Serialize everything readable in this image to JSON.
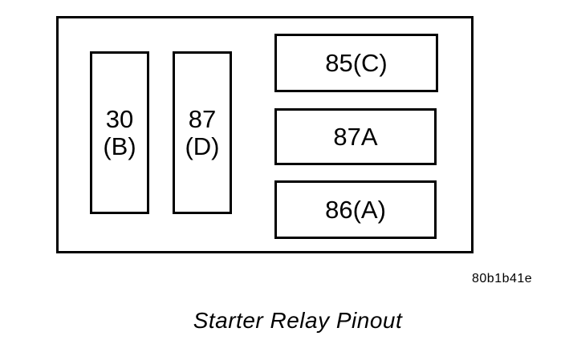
{
  "diagram": {
    "caption": "Starter Relay Pinout",
    "figure_code": "80b1b41e",
    "colors": {
      "line": "#000000",
      "background": "#ffffff",
      "text": "#000000"
    },
    "relay": {
      "vertical_pins": [
        {
          "id": "pin-30",
          "line1": "30",
          "line2": "(B)"
        },
        {
          "id": "pin-87",
          "line1": "87",
          "line2": "(D)"
        }
      ],
      "horizontal_pins": [
        {
          "id": "pin-85",
          "label": "85(C)"
        },
        {
          "id": "pin-87a",
          "label": "87A"
        },
        {
          "id": "pin-86",
          "label": "86(A)"
        }
      ]
    }
  }
}
